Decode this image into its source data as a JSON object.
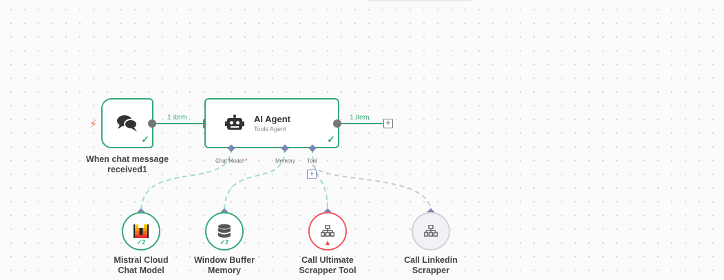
{
  "colors": {
    "success": "#35a874",
    "error": "#f2535a",
    "connector": "#7e86b8",
    "handle": "#777777",
    "inactive": "#d0d0d8"
  },
  "trigger": {
    "icon": "chat-bubbles-icon",
    "label_line1": "When chat message",
    "label_line2": "received1"
  },
  "edges": {
    "trigger_to_agent": "1 item",
    "agent_output": "1 item"
  },
  "agent": {
    "icon": "robot-icon",
    "title": "AI Agent",
    "subtitle": "Tools Agent",
    "connectors": {
      "chat_model": "Chat Model",
      "chat_model_required": "*",
      "memory": "Memory",
      "tool": "Tool"
    }
  },
  "sub_nodes": [
    {
      "icon": "mistral-logo-icon",
      "label_line1": "Mistral Cloud",
      "label_line2": "Chat Model",
      "badge": "2",
      "status": "success"
    },
    {
      "icon": "database-icon",
      "label_line1": "Window Buffer",
      "label_line2": "Memory",
      "badge": "2",
      "status": "success"
    },
    {
      "icon": "sitemap-icon",
      "label_line1": "Call Ultimate",
      "label_line2": "Scrapper Tool",
      "status": "error"
    },
    {
      "icon": "sitemap-icon",
      "label_line1": "Call Linkedin",
      "label_line2": "Scrapper",
      "status": "inactive"
    }
  ]
}
